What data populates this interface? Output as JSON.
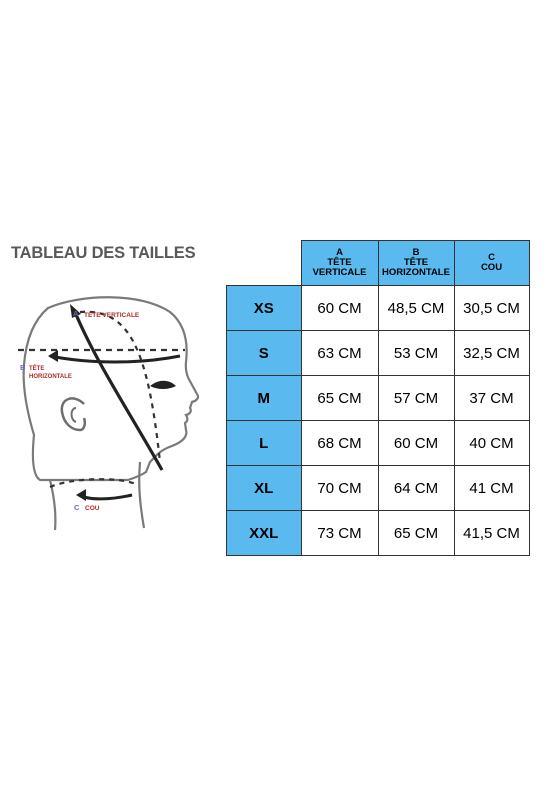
{
  "title": "TABLEAU DES TAILLES",
  "diagram": {
    "label_a_letter": "A",
    "label_a_text": "TÊTE VERTICALE",
    "label_b_letter": "B",
    "label_b_text_1": "TÊTE",
    "label_b_text_2": "HORIZONTALE",
    "label_c_letter": "C",
    "label_c_text": "COU",
    "label_color": "#b02a2a",
    "letter_color": "#6a6ab8"
  },
  "columns": [
    {
      "letter": "A",
      "line1": "TÊTE",
      "line2": "VERTICALE"
    },
    {
      "letter": "B",
      "line1": "TÊTE",
      "line2": "HORIZONTALE"
    },
    {
      "letter": "C",
      "line1": "COU",
      "line2": ""
    }
  ],
  "rows": [
    {
      "size": "XS",
      "a": "60 CM",
      "b": "48,5 CM",
      "c": "30,5 CM"
    },
    {
      "size": "S",
      "a": "63 CM",
      "b": "53 CM",
      "c": "32,5 CM"
    },
    {
      "size": "M",
      "a": "65 CM",
      "b": "57 CM",
      "c": "37 CM"
    },
    {
      "size": "L",
      "a": "68 CM",
      "b": "60 CM",
      "c": "40 CM"
    },
    {
      "size": "XL",
      "a": "70 CM",
      "b": "64 CM",
      "c": "41 CM"
    },
    {
      "size": "XXL",
      "a": "73 CM",
      "b": "65 CM",
      "c": "41,5 CM"
    }
  ],
  "colors": {
    "header_blue": "#5ab9ef",
    "title_gray": "#595959"
  }
}
